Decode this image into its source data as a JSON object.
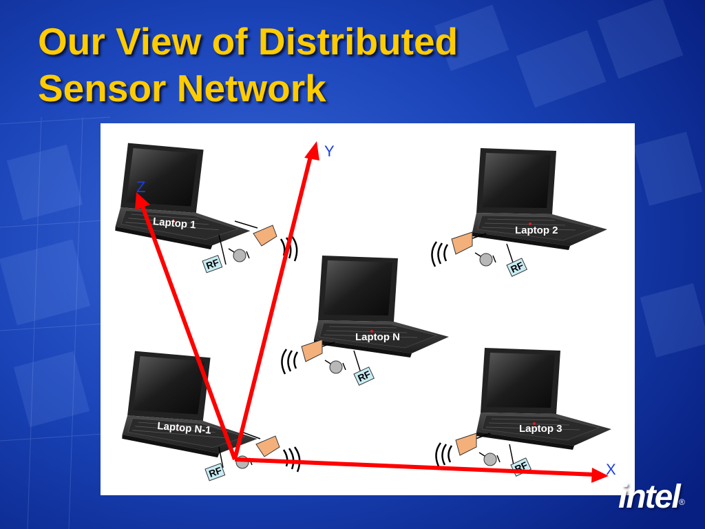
{
  "slide": {
    "title_line1": "Our View of Distributed",
    "title_line2": "Sensor Network",
    "title_color": "#ffcc00",
    "background_color": "#0a2a8f"
  },
  "diagram": {
    "laptops": [
      {
        "label": "Laptop 1"
      },
      {
        "label": "Laptop 2"
      },
      {
        "label": "Laptop N"
      },
      {
        "label": "Laptop N-1"
      },
      {
        "label": "Laptop 3"
      }
    ],
    "rf_label": "RF",
    "axes": {
      "x": "X",
      "y": "Y",
      "z": "Z"
    },
    "axis_color": "#ff0000",
    "axis_label_color": "#1a3fe0",
    "speaker_color": "#f4b07a"
  },
  "logo": {
    "text": "intel",
    "registered": "®"
  }
}
